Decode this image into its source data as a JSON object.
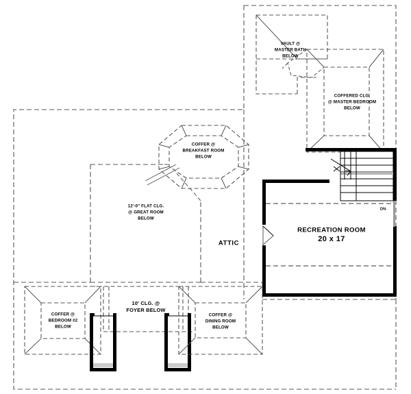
{
  "document": {
    "type": "architectural-floor-plan",
    "level_name": "Second Floor / Bonus Level Plan",
    "background_color": "#ffffff",
    "line_color": "#000000",
    "dashed_line_color": "#555555"
  },
  "rooms": {
    "vault_master_bath": {
      "line1": "VAULT @",
      "line2": "MASTER BATH",
      "line3": "BELOW"
    },
    "coffered_master_bedroom": {
      "line1": "COFFERED CLG.",
      "line2": "@ MASTER BEDROOM",
      "line3": "BELOW"
    },
    "coffer_breakfast_room": {
      "line1": "COFFER @",
      "line2": "BREAKFAST ROOM",
      "line3": "BELOW"
    },
    "great_room": {
      "line1": "12'-0\" FLAT CLG.",
      "line2": "@ GREAT ROOM",
      "line3": "BELOW"
    },
    "attic": {
      "label": "ATTIC"
    },
    "recreation_room": {
      "name": "RECREATION ROOM",
      "dimensions": "20 x 17"
    },
    "coffer_bedroom_2": {
      "line1": "COFFER @",
      "line2": "BEDROOM #2",
      "line3": "BELOW"
    },
    "foyer": {
      "line1": "10' CLG. @",
      "line2": "FOYER BELOW"
    },
    "coffer_dining_room": {
      "line1": "COFFER @",
      "line2": "DINING ROOM",
      "line3": "BELOW"
    }
  },
  "annotations": {
    "stair_direction": "DN."
  }
}
